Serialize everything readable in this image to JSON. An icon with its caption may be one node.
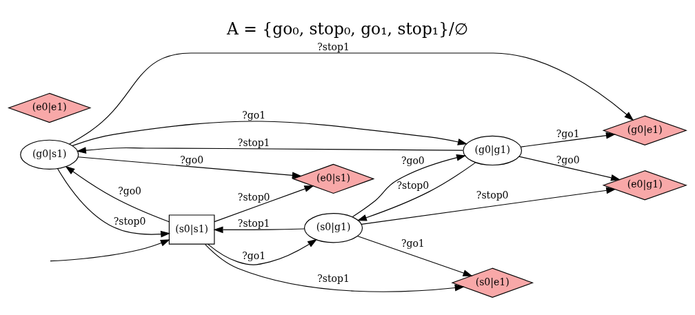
{
  "diagram": {
    "title": "A = {go₀, stop₀, go₁, stop₁}/∅",
    "nodes": [
      {
        "text": [
          "(g0|e1)"
        ]
      },
      {
        "text": [
          "(e0|s1)"
        ]
      },
      {
        "text": [
          "(g0|s1)"
        ]
      },
      {
        "text": [
          "(e0|e1)"
        ]
      },
      {
        "text": [
          "(s0|s1)"
        ]
      },
      {
        "text": [
          "(g0|g1)"
        ]
      },
      {
        "text": [
          "(s0|e1)"
        ]
      },
      {
        "text": [
          "(s0|g1)"
        ]
      },
      {
        "text": [
          "(e0|g1)"
        ]
      }
    ],
    "edges": [
      {
        "from": 5,
        "to": 0,
        "arrow": "to",
        "label": "?go1"
      },
      {
        "from": 2,
        "to": 0,
        "arrow": "to",
        "label": "?stop1"
      },
      {
        "from": 2,
        "to": 1,
        "arrow": "to",
        "label": "?go0"
      },
      {
        "from": 4,
        "to": 1,
        "arrow": "to",
        "label": "?stop0"
      },
      {
        "from": 4,
        "to": 2,
        "arrow": "to",
        "label": "?go0"
      },
      {
        "from": 2,
        "to": 4,
        "arrow": "to",
        "label": "?stop0"
      },
      {
        "from": 5,
        "to": 2,
        "arrow": "to",
        "label": "?stop1"
      },
      {
        "from": 2,
        "to": 5,
        "arrow": "to",
        "label": "?go1"
      },
      {
        "from": null,
        "to": 4,
        "arrow": "to"
      },
      {
        "from": 4,
        "to": 6,
        "arrow": "to",
        "label": "?stop1"
      },
      {
        "from": 4,
        "to": 7,
        "arrow": "to",
        "label": "?go1"
      },
      {
        "from": 7,
        "to": 4,
        "arrow": "to",
        "label": "?stop1"
      },
      {
        "from": 5,
        "to": 7,
        "arrow": "to",
        "label": "?stop0"
      },
      {
        "from": 7,
        "to": 5,
        "arrow": "to",
        "label": "?go0"
      },
      {
        "from": 7,
        "to": 6,
        "arrow": "to",
        "label": "?go1"
      },
      {
        "from": 7,
        "to": 8,
        "arrow": "to",
        "label": "?stop0"
      },
      {
        "from": 5,
        "to": 8,
        "arrow": "to",
        "label": "?go0"
      }
    ]
  }
}
